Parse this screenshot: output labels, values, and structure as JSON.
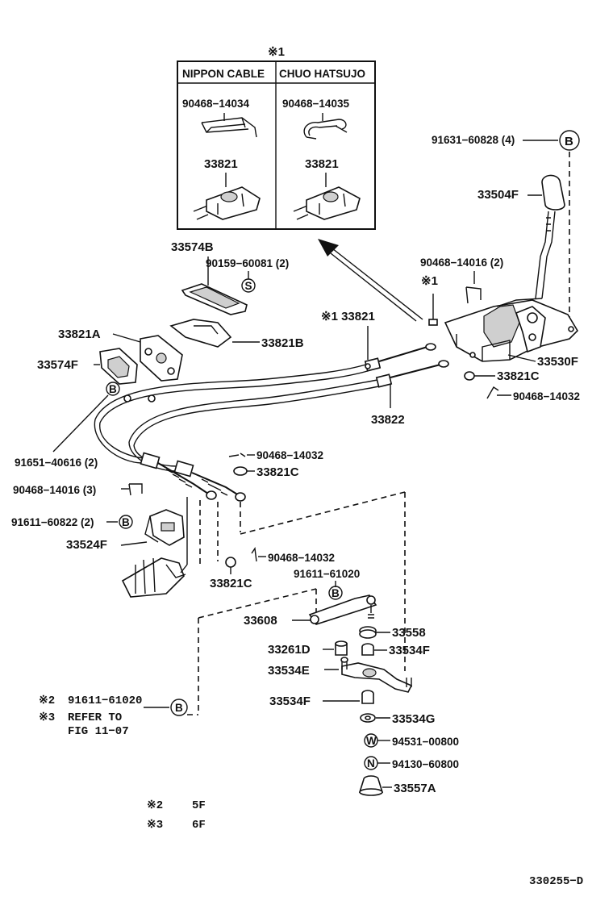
{
  "inset": {
    "marker": "※1",
    "columns": [
      "NIPPON CABLE",
      "CHUO HATSUJO"
    ],
    "left_clip": "90468−14034",
    "right_clip": "90468−14035",
    "left_part": "33821",
    "right_part": "33821"
  },
  "callouts": {
    "p91631_60828": "91631−60828 (4)",
    "p33504F": "33504F",
    "p90468_14016_2": "90468−14016 (2)",
    "mark1_top": "※1",
    "p33530F": "33530F",
    "p33821C_a": "33821C",
    "p90468_14032_a": "90468−14032",
    "p33574B": "33574B",
    "p90159_60081": "90159−60081 (2)",
    "p33821A": "33821A",
    "p33821B": "33821B",
    "mark1_33821": "※1 33821",
    "p33574F": "33574F",
    "p33822": "33822",
    "p91651_40616": "91651−40616 (2)",
    "p90468_14032_b": "90468−14032",
    "p33821C_b": "33821C",
    "p90468_14016_3": "90468−14016 (3)",
    "p91611_60822": "91611−60822 (2)",
    "p33524F": "33524F",
    "p90468_14032_c": "90468−14032",
    "p33821C_c": "33821C",
    "p91611_61020": "91611−61020",
    "p33608": "33608",
    "p33558": "33558",
    "p33261D": "33261D",
    "p33534F_a": "33534F",
    "p33534E": "33534E",
    "p33534F_b": "33534F",
    "p33534G": "33534G",
    "p94531_00800": "94531−00800",
    "p94130_60800": "94130−60800",
    "p33557A": "33557A"
  },
  "circle_letters": {
    "B": "B",
    "S": "S",
    "W": "W",
    "N": "N"
  },
  "notes": {
    "mark2": "※2",
    "mark2_part": "91611−61020",
    "mark3": "※3",
    "mark3_text1": "REFER TO",
    "mark3_text2": "FIG 11−07",
    "legend2_mark": "※2",
    "legend2_val": "5F",
    "legend3_mark": "※3",
    "legend3_val": "6F"
  },
  "figure_id": "330255−D"
}
